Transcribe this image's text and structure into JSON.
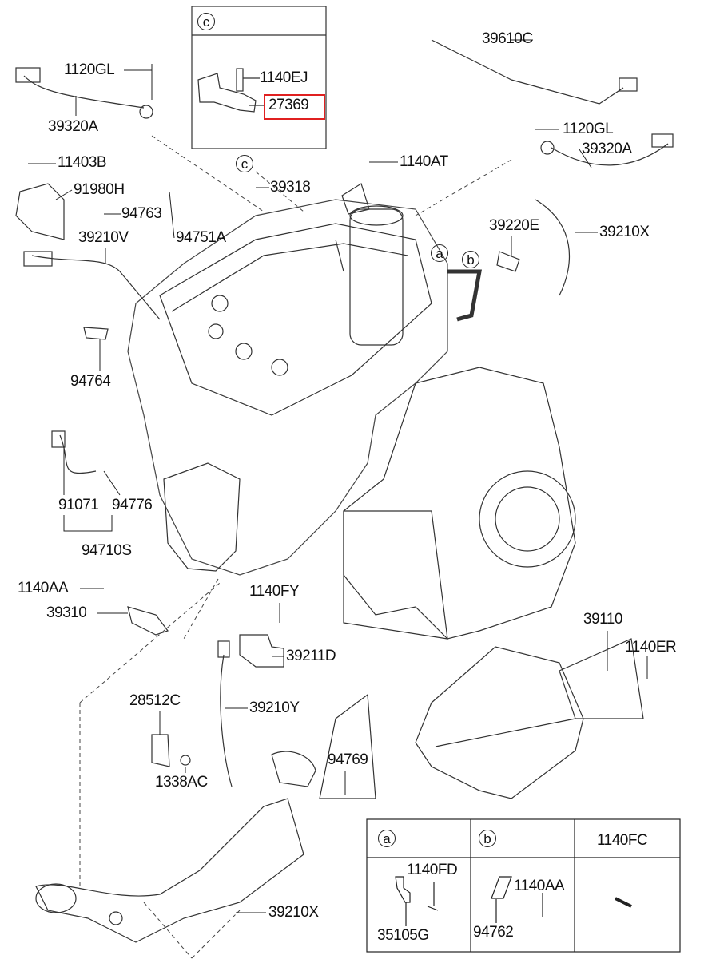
{
  "diagram": {
    "labels": [
      "39610C",
      "1120GL",
      "39320A",
      "1140EJ",
      "27369",
      "1120GL",
      "39320A",
      "11403B",
      "39318",
      "1140AT",
      "91980H",
      "94763",
      "94751A",
      "39210V",
      "39220E",
      "39210X",
      "94764",
      "91071",
      "94776",
      "94710S",
      "1140AA",
      "39310",
      "1140FY",
      "39211D",
      "39110",
      "1140ER",
      "28512C",
      "39210Y",
      "1338AC",
      "94769",
      "39210X"
    ],
    "callouts": [
      "c",
      "c",
      "a",
      "b"
    ],
    "highlighted_part": "27369",
    "highlight_color": "#e02020",
    "detail_table": {
      "headers": [
        "a",
        "b",
        "1140FC"
      ],
      "cell_a": {
        "top": "1140FD",
        "bottom": "35105G"
      },
      "cell_b": {
        "top": "1140AA",
        "bottom": "94762"
      }
    }
  }
}
